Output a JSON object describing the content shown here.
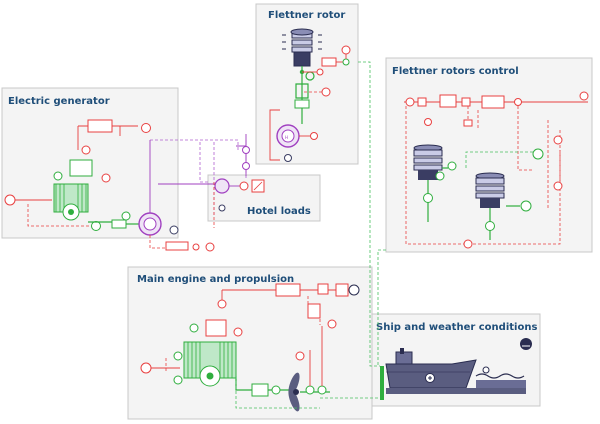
{
  "panels": {
    "flettner_rotor": "Flettner rotor",
    "flettner_control": "Flettner rotors control",
    "electric_generator": "Electric generator",
    "hotel_loads": "Hotel loads",
    "main_engine": "Main engine and propulsion",
    "ship_weather": "Ship and weather conditions"
  },
  "colors": {
    "control_signal": "#e84040",
    "mechanical": "#2fae3e",
    "electrical": "#a040c0",
    "rotor": "#2a2d50",
    "panel_bg": "#f4f4f4",
    "title": "#1f4e79"
  }
}
